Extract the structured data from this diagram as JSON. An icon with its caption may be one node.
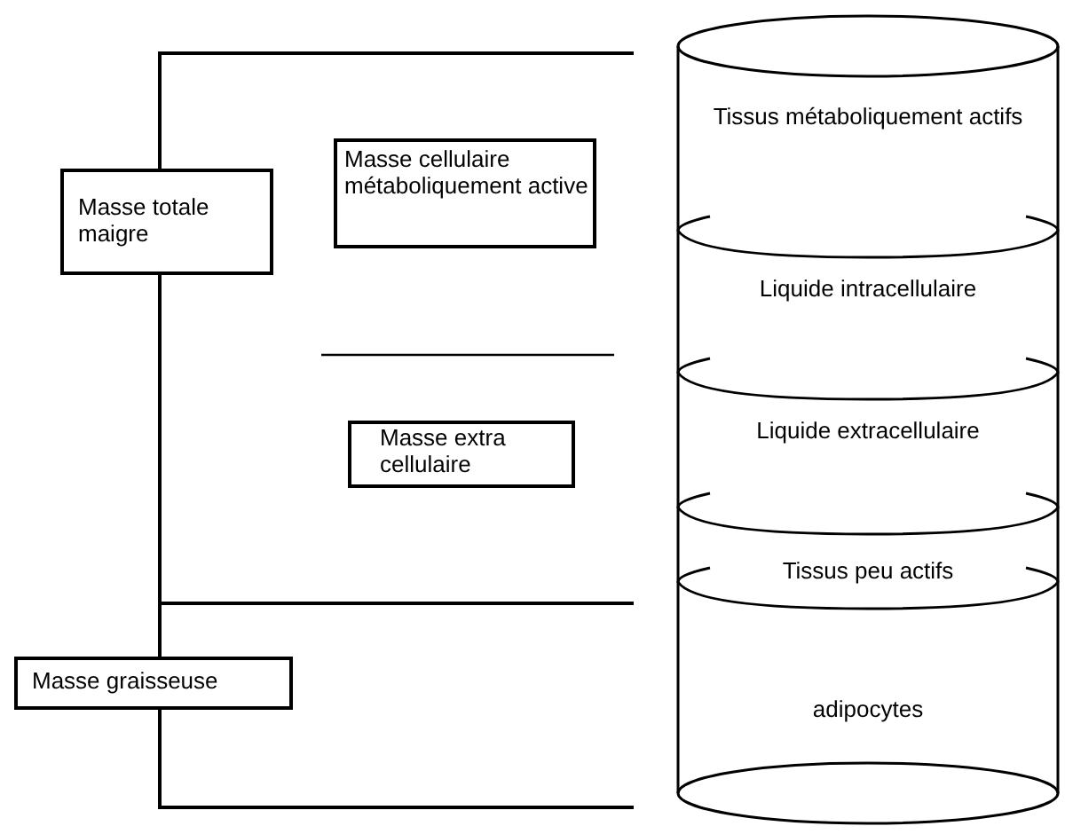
{
  "diagram": {
    "nodes": [
      {
        "text": [
          "Masse totale maigre"
        ]
      },
      {
        "text": [
          "Masse cellulaire métaboliquement active"
        ]
      },
      {
        "text": [
          "Masse extra cellulaire"
        ]
      },
      {
        "text": [
          "Masse graisseuse"
        ]
      },
      {
        "text": [
          "Tissus métaboliquement actifs",
          "Liquide intracellulaire",
          "Liquide extracellulaire",
          "Tissus peu actifs",
          "adipocytes"
        ]
      }
    ]
  }
}
